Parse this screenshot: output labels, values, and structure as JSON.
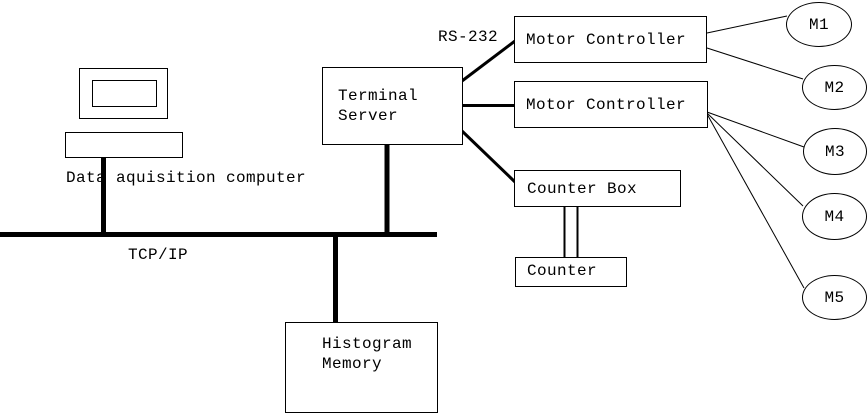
{
  "diagram": {
    "background": "#ffffff",
    "line_color": "#000000",
    "labels": {
      "rs232": "RS-232",
      "tcpip": "TCP/IP",
      "computer": "Data aquisition computer"
    },
    "nodes": {
      "terminal_server": "Terminal\nServer",
      "motor_controller_1": "Motor Controller",
      "motor_controller_2": "Motor Controller",
      "counter_box": "Counter Box",
      "counter": "Counter",
      "histogram_memory": "Histogram\nMemory"
    },
    "motors": [
      {
        "label": "M1"
      },
      {
        "label": "M2"
      },
      {
        "label": "M3"
      },
      {
        "label": "M4"
      },
      {
        "label": "M5"
      }
    ]
  }
}
